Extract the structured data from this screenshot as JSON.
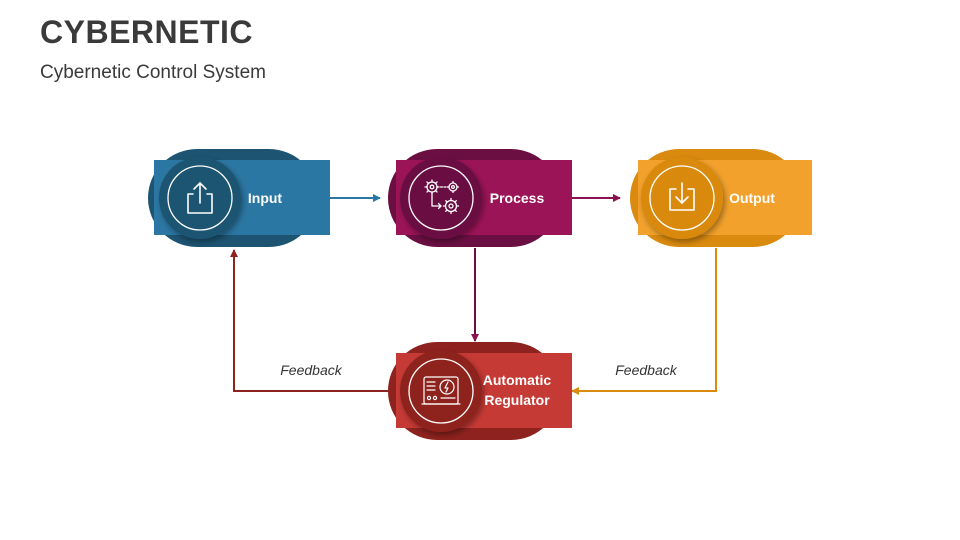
{
  "header": {
    "title": "CYBERNETIC",
    "subtitle": "Cybernetic Control System"
  },
  "nodes": {
    "input": {
      "label": "Input",
      "icon": "upload-icon",
      "dark": "#1d5472",
      "light": "#2b77a3"
    },
    "process": {
      "label": "Process",
      "icon": "gears-process-icon",
      "dark": "#6b0f43",
      "light": "#9b1457"
    },
    "output": {
      "label": "Output",
      "icon": "download-icon",
      "dark": "#d98a0f",
      "light": "#f2a12c"
    },
    "regulator": {
      "label_line1": "Automatic",
      "label_line2": "Regulator",
      "icon": "regulator-device-icon",
      "dark": "#8e221e",
      "light": "#c63a35"
    }
  },
  "edges": {
    "feedback_left": "Feedback",
    "feedback_right": "Feedback"
  }
}
